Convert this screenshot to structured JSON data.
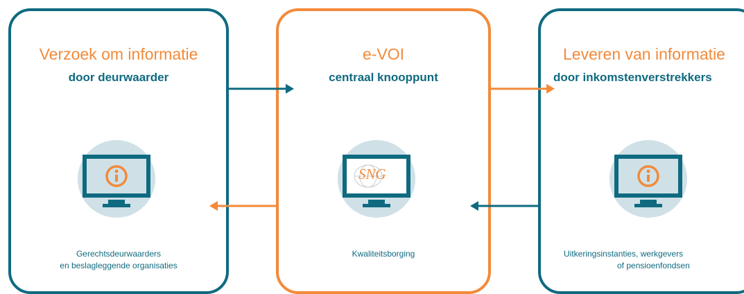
{
  "panels": {
    "left": {
      "title": "Verzoek om informatie",
      "subtitle": "door deurwaarder",
      "caption_line1": "Gerechtsdeurwaarders",
      "caption_line2": "en beslagleggende organisaties",
      "icon": "info-icon"
    },
    "middle": {
      "title": "e-VOI",
      "subtitle": "centraal knooppunt",
      "caption_line1": "Kwaliteitsborging",
      "logo_text": "SNG",
      "icon": "sng-logo"
    },
    "right": {
      "title": "Leveren van informatie",
      "subtitle": "door inkomstenverstrekkers",
      "caption_line1": "Uitkeringsinstanties, werkgevers",
      "caption_line2": "of pensioenfondsen",
      "icon": "info-icon"
    }
  },
  "colors": {
    "teal": "#0f6a80",
    "orange": "#f28a3a",
    "circle": "#cfe1e7"
  }
}
